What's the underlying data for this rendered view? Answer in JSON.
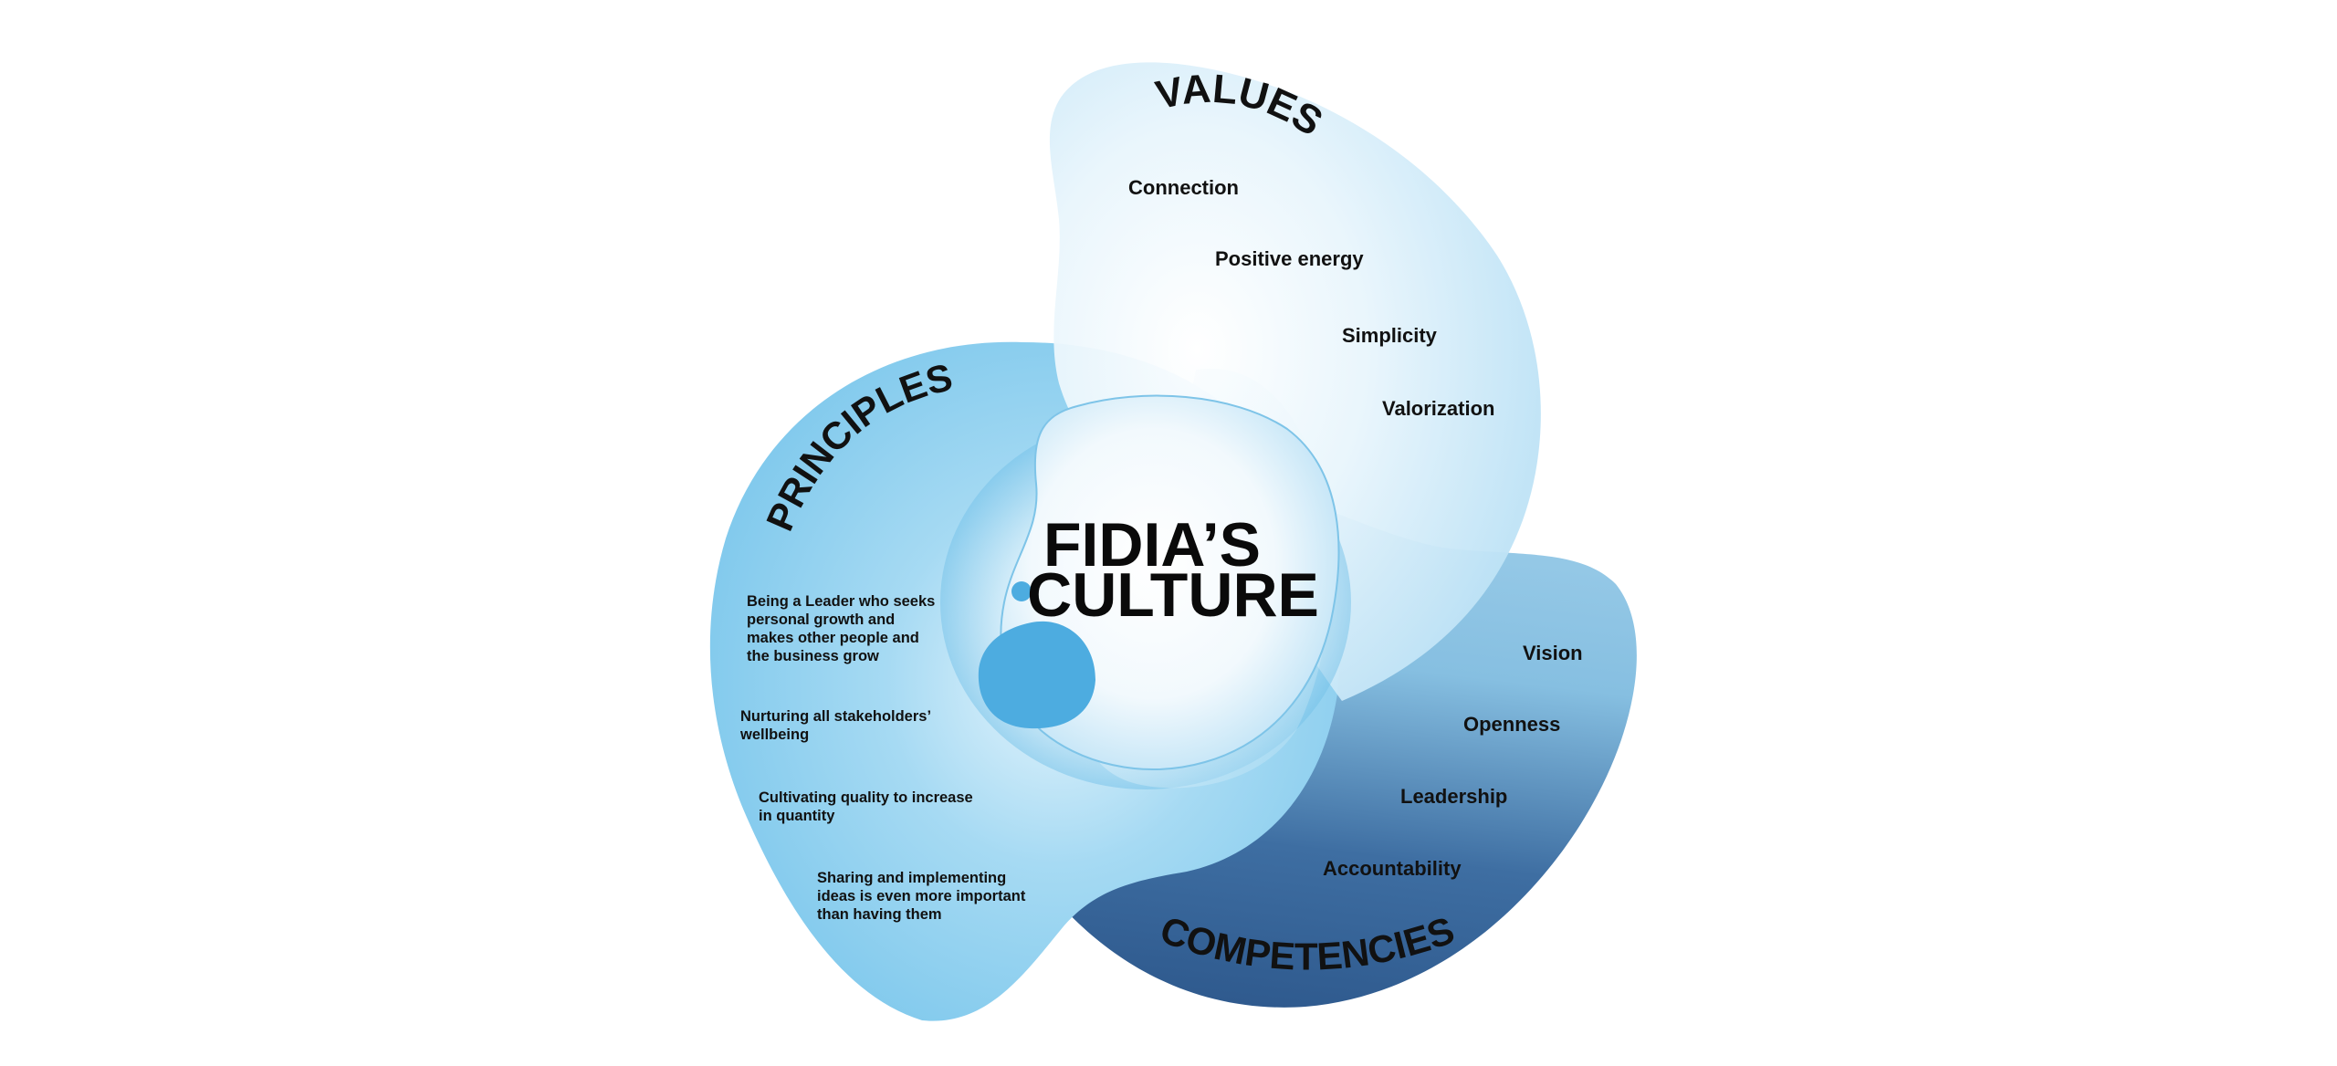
{
  "center": {
    "line1": "FIDIA’S",
    "line2": "CULTURE"
  },
  "values": {
    "title": "VALUES",
    "items": [
      "Connection",
      "Positive energy",
      "Simplicity",
      "Valorization"
    ]
  },
  "principles": {
    "title": "PRINCIPLES",
    "items": [
      [
        "Being a Leader who seeks",
        "personal growth and",
        "makes other people and",
        "the business  grow"
      ],
      [
        "Nurturing all stakeholders’",
        "wellbeing"
      ],
      [
        "Cultivating quality to increase",
        "in quantity"
      ],
      [
        "Sharing and implementing",
        "ideas is even more important",
        "than having them"
      ]
    ]
  },
  "competencies": {
    "title": "COMPETENCIES",
    "items": [
      "Vision",
      "Openness",
      "Leadership",
      "Accountability"
    ]
  },
  "colors": {
    "principles": "#7ec8ec",
    "values": "#cde9f7",
    "competencies_light": "#8ec6e6",
    "competencies_dark": "#335d92",
    "center": "#ffffff",
    "accent_blob": "#4dace0"
  }
}
